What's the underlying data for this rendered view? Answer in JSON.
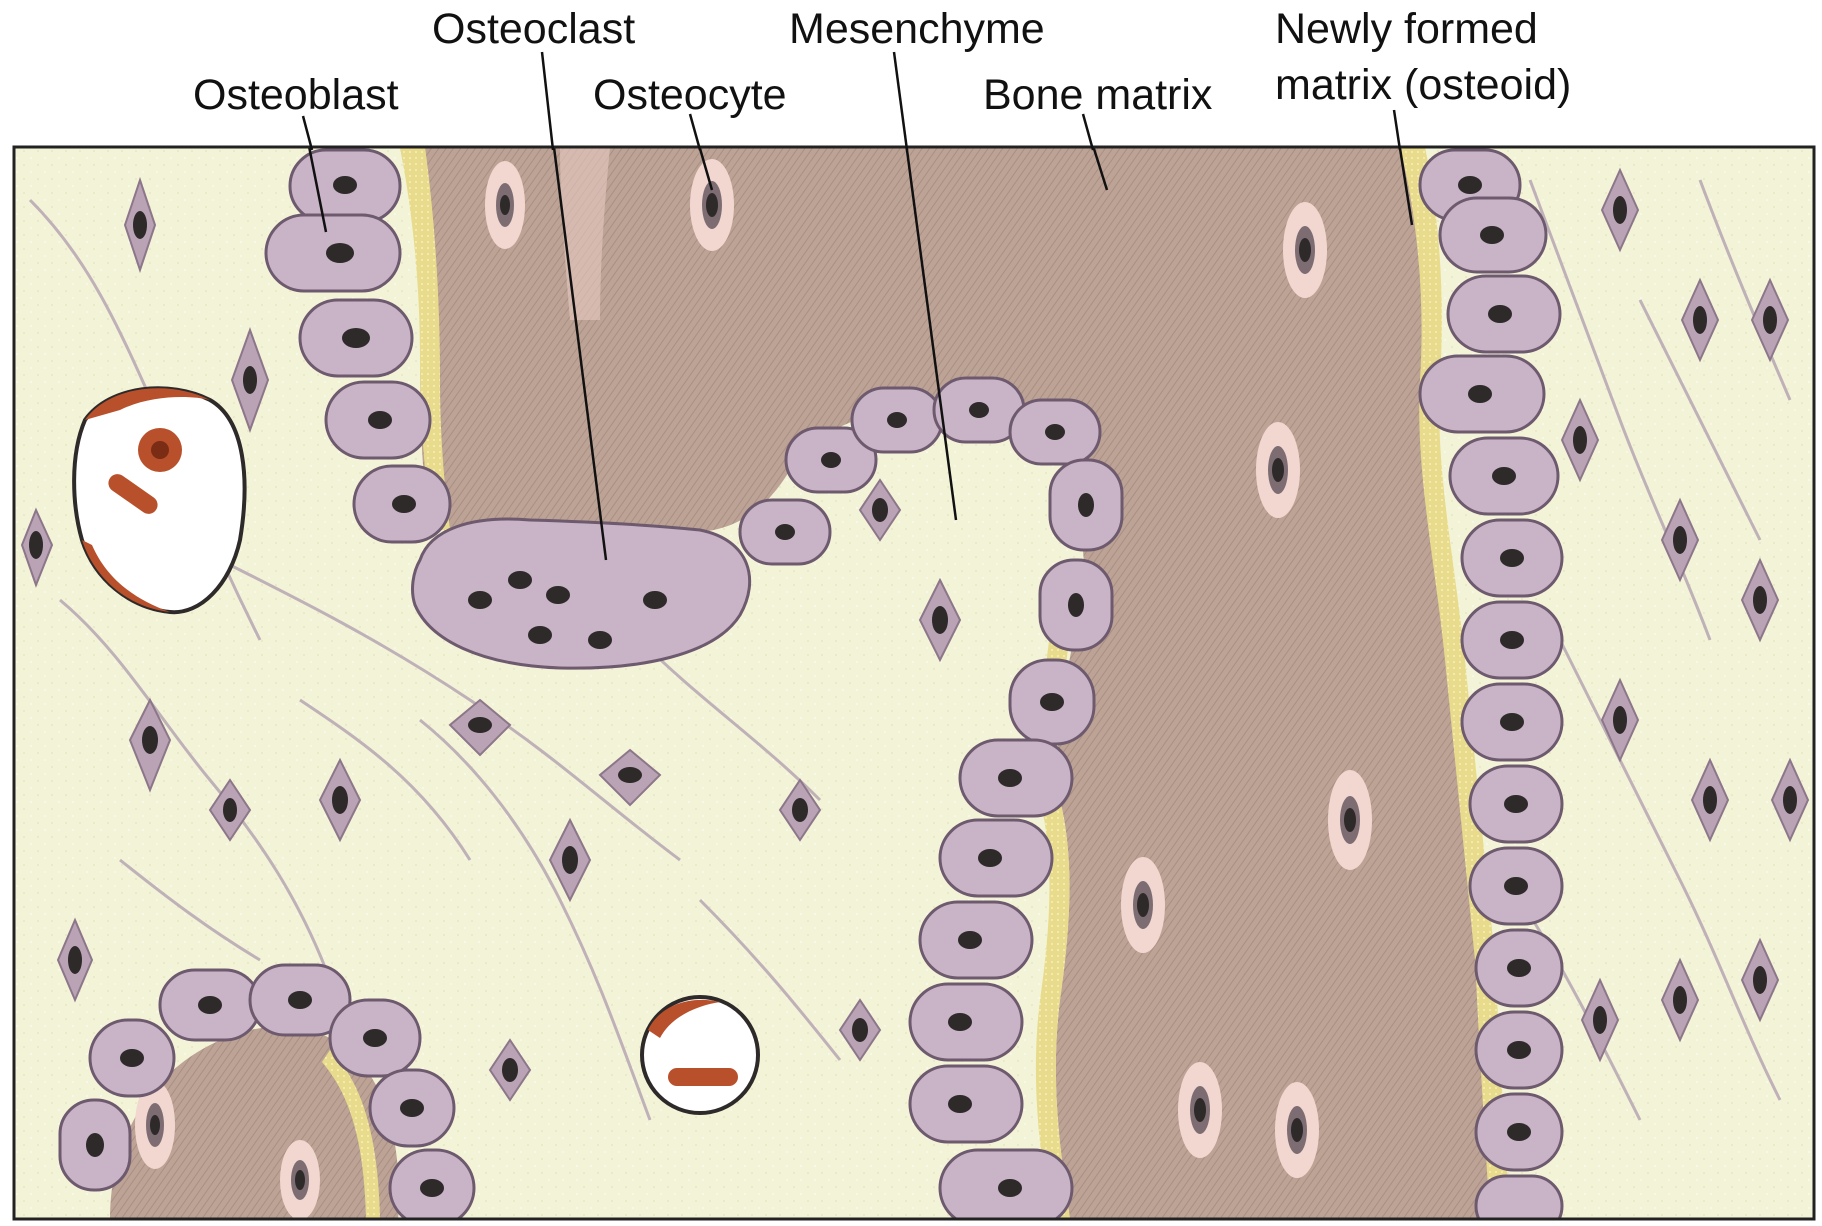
{
  "figure": {
    "labels": {
      "osteoblast": "Osteoblast",
      "osteoclast": "Osteoclast",
      "osteocyte": "Osteocyte",
      "mesenchyme": "Mesenchyme",
      "bone_matrix": "Bone matrix",
      "osteoid_line1": "Newly formed",
      "osteoid_line2": "matrix (osteoid)"
    }
  },
  "colors": {
    "mesenchyme_bg": "#f3f3d8",
    "bone_matrix": "#bda395",
    "osteoid": "#e8dc8c",
    "cell_fill": "#c9b3c7",
    "cell_outline": "#6e5a6e",
    "nucleus": "#2e2a2a",
    "lacuna_halo": "#f1d7cf",
    "vessel_lumen": "#ffffff",
    "red_blood_cell": "#b8502b",
    "frame": "#222222"
  }
}
